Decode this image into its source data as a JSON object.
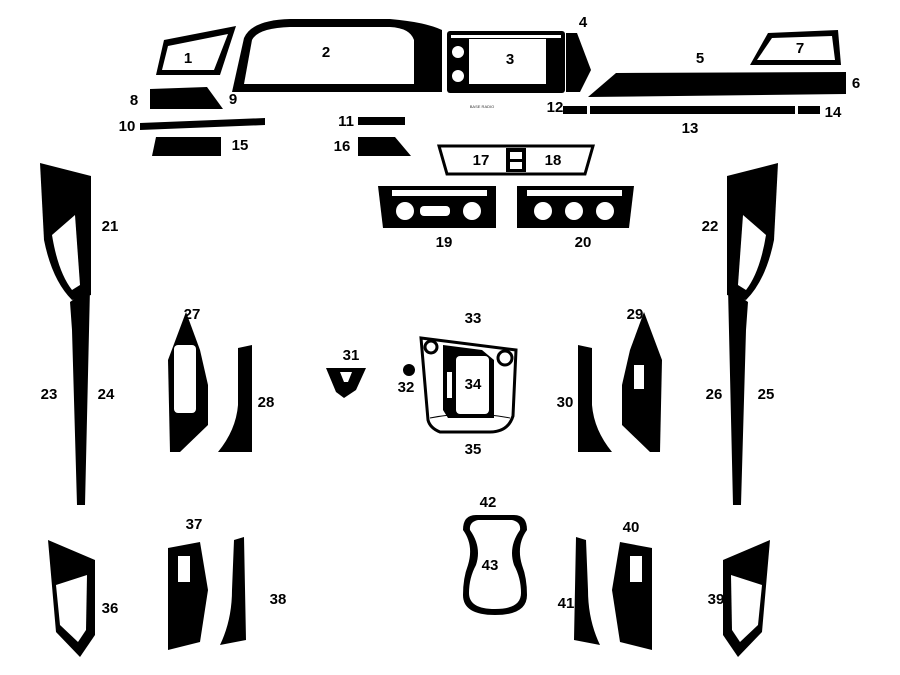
{
  "colors": {
    "part": "#000000",
    "background": "#ffffff"
  },
  "note": "BASE RADIO",
  "labels": [
    "1",
    "2",
    "3",
    "4",
    "5",
    "6",
    "7",
    "8",
    "9",
    "10",
    "11",
    "12",
    "13",
    "14",
    "15",
    "16",
    "17",
    "18",
    "19",
    "20",
    "21",
    "22",
    "23",
    "24",
    "25",
    "26",
    "27",
    "28",
    "29",
    "30",
    "31",
    "32",
    "33",
    "34",
    "35",
    "36",
    "37",
    "38",
    "39",
    "40",
    "41",
    "42",
    "43"
  ]
}
